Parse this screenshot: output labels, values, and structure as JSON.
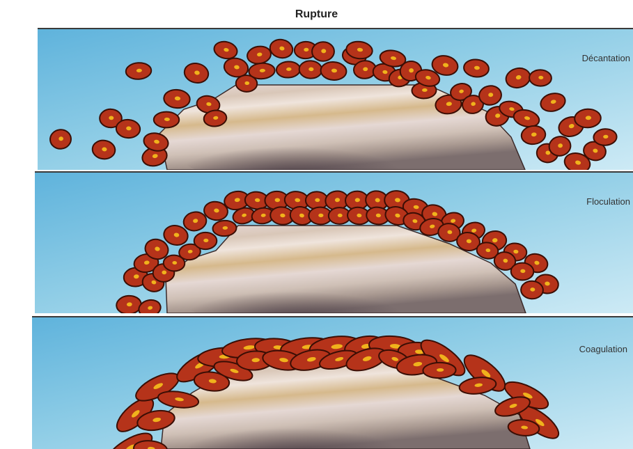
{
  "title": "Rupture",
  "panels": [
    {
      "label": "Décantation"
    },
    {
      "label": "Floculation"
    },
    {
      "label": "Coagulation"
    }
  ],
  "colors": {
    "water": "#8fcde6",
    "droplet": "#b5331a",
    "droplet_outline": "#3a0e05",
    "droplet_core": "#f0b21c"
  }
}
